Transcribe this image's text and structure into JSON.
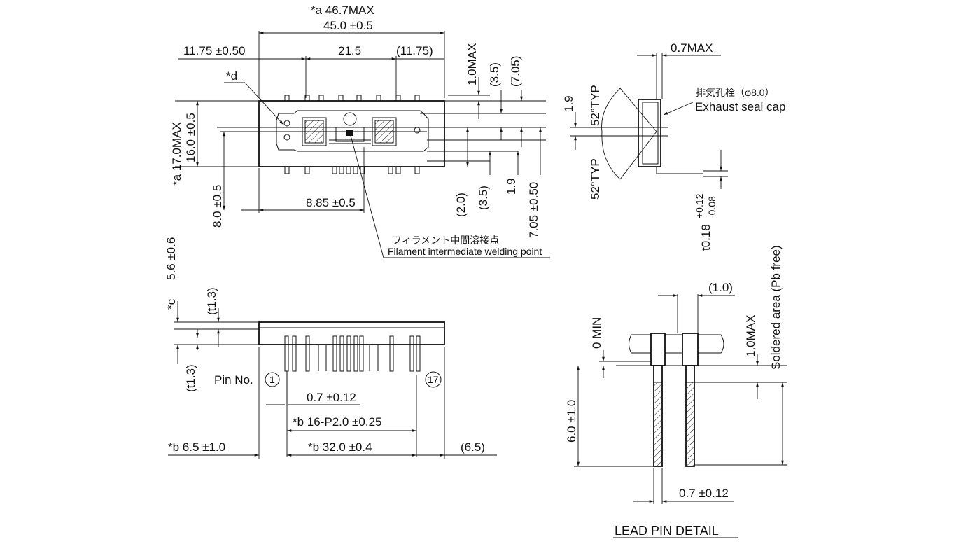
{
  "top_view": {
    "overall_max": "*a 46.7MAX",
    "body_length": "45.0 ±0.5",
    "left_offset": "11.75 ±0.50",
    "center_span": "21.5",
    "right_offset": "(11.75)",
    "note_d": "*d",
    "height_max": "*a 17.0MAX",
    "height": "16.0 ±0.5",
    "pin_height": "8.0 ±0.5",
    "pin_pos": "8.85 ±0.5",
    "tip_max": "1.0MAX",
    "d_3_5_top": "(3.5)",
    "d_7_05_top": "(7.05)",
    "d_2_0": "(2.0)",
    "d_3_5_bot": "(3.5)",
    "d_1_9": "1.9",
    "d_7_05_bot": "7.05 ±0.50",
    "weld_jp": "フィラメント中間溶接点",
    "weld_en": "Filament intermediate welding point"
  },
  "side_view": {
    "thickness_max": "0.7MAX",
    "angle_top": "52°TYP",
    "angle_bot": "52°TYP",
    "d_1_9": "1.9",
    "cap_jp": "排気孔栓（φ8.0）",
    "cap_en": "Exhaust seal cap",
    "lead_thk": "t0.18",
    "lead_tol_plus": "+0.12",
    "lead_tol_minus": "-0.08"
  },
  "front_view": {
    "c_height": "5.6 ±0.6",
    "note_c": "*c",
    "t_top": "(t1.3)",
    "t_bot": "(t1.3)",
    "pin_no_label": "Pin No.",
    "pin_first": "1",
    "pin_last": "17",
    "pin_width": "0.7 ±0.12",
    "pitch": "*b 16-P2.0 ±0.25",
    "left_margin": "*b 6.5 ±1.0",
    "pin_span": "*b 32.0 ±0.4",
    "right_margin": "(6.5)"
  },
  "lead_detail": {
    "title": "LEAD PIN DETAIL",
    "pin_pitch": "(1.0)",
    "min_gap": "0 MIN",
    "max_len": "1.0MAX",
    "solder_label": "Soldered area (Pb free)",
    "lead_len": "6.0 ±1.0",
    "pin_width": "0.7 ±0.12"
  }
}
